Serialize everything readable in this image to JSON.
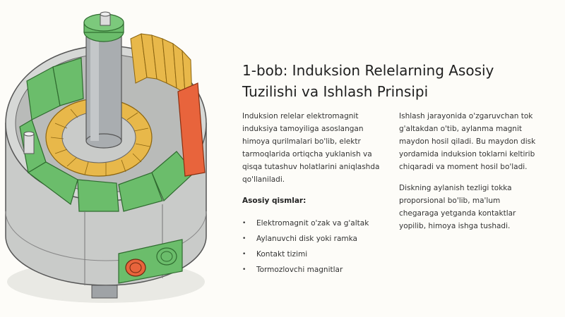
{
  "heading": {
    "line1": "1-bob: Induksion Relelarning Asosiy",
    "line2": "Tuzilishi va Ishlash Prinsipi"
  },
  "left_column": {
    "intro": "Induksion relelar elektromagnit induksiya tamoyiliga asoslangan himoya qurilmalari bo'lib, elektr tarmoqlarida ortiqcha yuklanish va qisqa tutashuv holatlarini aniqlashda qo'llaniladi.",
    "parts_heading": "Asosiy qismlar:",
    "parts": [
      "Elektromagnit o'zak va g'altak",
      "Aylanuvchi disk yoki ramka",
      "Kontakt tizimi",
      "Tormozlovchi magnitlar"
    ]
  },
  "right_column": {
    "paragraph1": "Ishlash jarayonida o'zgaruvchan tok g'altakdan o'tib, aylanma magnit maydon hosil qiladi. Bu maydon disk yordamida induksion toklarni keltirib chiqaradi va moment hosil bo'ladi.",
    "paragraph2": "Diskning aylanish tezligi tokka proporsional bo'lib, ma'lum chegaraga yetganda kontaktlar yopilib, himoya ishga tushadi."
  },
  "bullet_symbol": "•",
  "colors": {
    "background": "#fdfcf8",
    "coil_green": "#6bbd6b",
    "winding_amber": "#e8b84a",
    "pole_orange": "#e8643c",
    "housing_gray": "#c9cbc9",
    "shaft_gray": "#a9adb0"
  }
}
